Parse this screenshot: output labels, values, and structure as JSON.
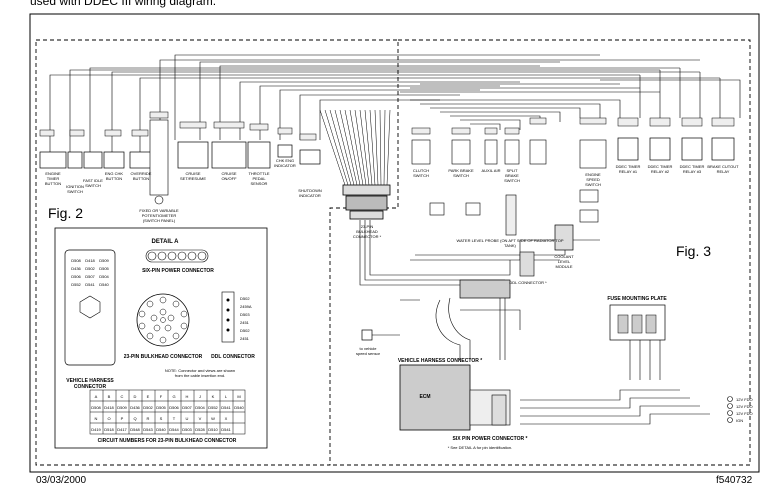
{
  "caption": "used with DDEC III wiring diagram.",
  "fig2_label": "Fig. 2",
  "fig3_label": "Fig. 3",
  "footer_date": "03/03/2000",
  "footer_id": "f540732",
  "switches": [
    {
      "label": "ENGINE TIMER BUTTON"
    },
    {
      "label": "IGNITION SWITCH"
    },
    {
      "label": "FAST IDLE SWITCH"
    },
    {
      "label": "ENG CHK BUTTON"
    },
    {
      "label": "OVERRIDE BUTTON"
    },
    {
      "label": "CRUISE SET/RESUME"
    },
    {
      "label": "CRUISE ON/OFF"
    },
    {
      "label": "THROTTLE PEDAL SENSOR"
    },
    {
      "label": "CHK ENG INDICATOR"
    },
    {
      "label": "SHUTDOWN INDICATOR"
    }
  ],
  "pot_label": "FIXED OR VARIABLE POTENTIOMETER (SWITCH PANEL)",
  "bulkhead_label": "23-PIN BULKHEAD CONNECTOR *",
  "right_components": [
    {
      "label": "CLUTCH SWITCH"
    },
    {
      "label": "PARK BRAKE SWITCH"
    },
    {
      "label": "AUXIL AIR"
    },
    {
      "label": "SPLIT BRAKE SWITCH"
    },
    {
      "label": "ENGINE SPEED SWITCH"
    }
  ],
  "relays": [
    {
      "label": "DDEC TIMER RELAY #1"
    },
    {
      "label": "DDEC TIMER RELAY #2"
    },
    {
      "label": "DDEC TIMER RELAY #3"
    },
    {
      "label": "BRAKE CUTOUT RELAY"
    }
  ],
  "water_probe_label": "WATER LEVEL PROBE (ON AFT SIDE OF RADIATOR TOP TANK)",
  "coolant_label": "COOLANT LEVEL MODULE",
  "ddl_label": "DDL CONNECTOR *",
  "vss_label": "to vehicle speed sensor",
  "vhc_label": "VEHICLE HARNESS CONNECTOR *",
  "ecm_label": "ECM",
  "six_pin_label": "SIX PIN POWER CONNECTOR *",
  "see_detail": "* See DETAIL A for pin identification.",
  "fuse_plate_label": "FUSE MOUNTING PLATE",
  "outputs": [
    "12V FDO",
    "12V FDO",
    "12V FDO",
    "IGN"
  ],
  "detail": {
    "title": "DETAIL A",
    "six_pin_title": "SIX-PIN POWER CONNECTOR",
    "bulkhead_title": "23-PIN BULKHEAD CONNECTOR",
    "ddl_title": "DDL CONNECTOR",
    "vhc_title": "VEHICLE HARNESS CONNECTOR",
    "note": "NOTE: Connector and views are shown from the cable insertion end.",
    "table_title": "CIRCUIT NUMBERS FOR 23-PIN BULKHEAD CONNECTOR",
    "row1_letters": [
      "A",
      "B",
      "C",
      "D",
      "E",
      "F",
      "G",
      "H",
      "J",
      "K",
      "L",
      "M"
    ],
    "row1_values": [
      "D508",
      "D418",
      "D509",
      "D436",
      "D502",
      "D505",
      "D506",
      "D507",
      "D504",
      "D552",
      "D541",
      "D540"
    ],
    "row2_letters": [
      "N",
      "O",
      "P",
      "Q",
      "R",
      "S",
      "T",
      "U",
      "V",
      "W",
      "X"
    ],
    "row2_values": [
      "D419",
      "D518",
      "D417",
      "D548",
      "D543",
      "D540",
      "D544",
      "D503",
      "D528",
      "D510",
      "D541"
    ],
    "left_grid": [
      "D508",
      "D418",
      "D509",
      "D436",
      "D502",
      "D505",
      "D506",
      "D507",
      "D504",
      "D552",
      "D541",
      "D540"
    ],
    "ddl_pins": [
      "D502",
      "2459A",
      "D503",
      "2451",
      "D502",
      "2451"
    ]
  }
}
